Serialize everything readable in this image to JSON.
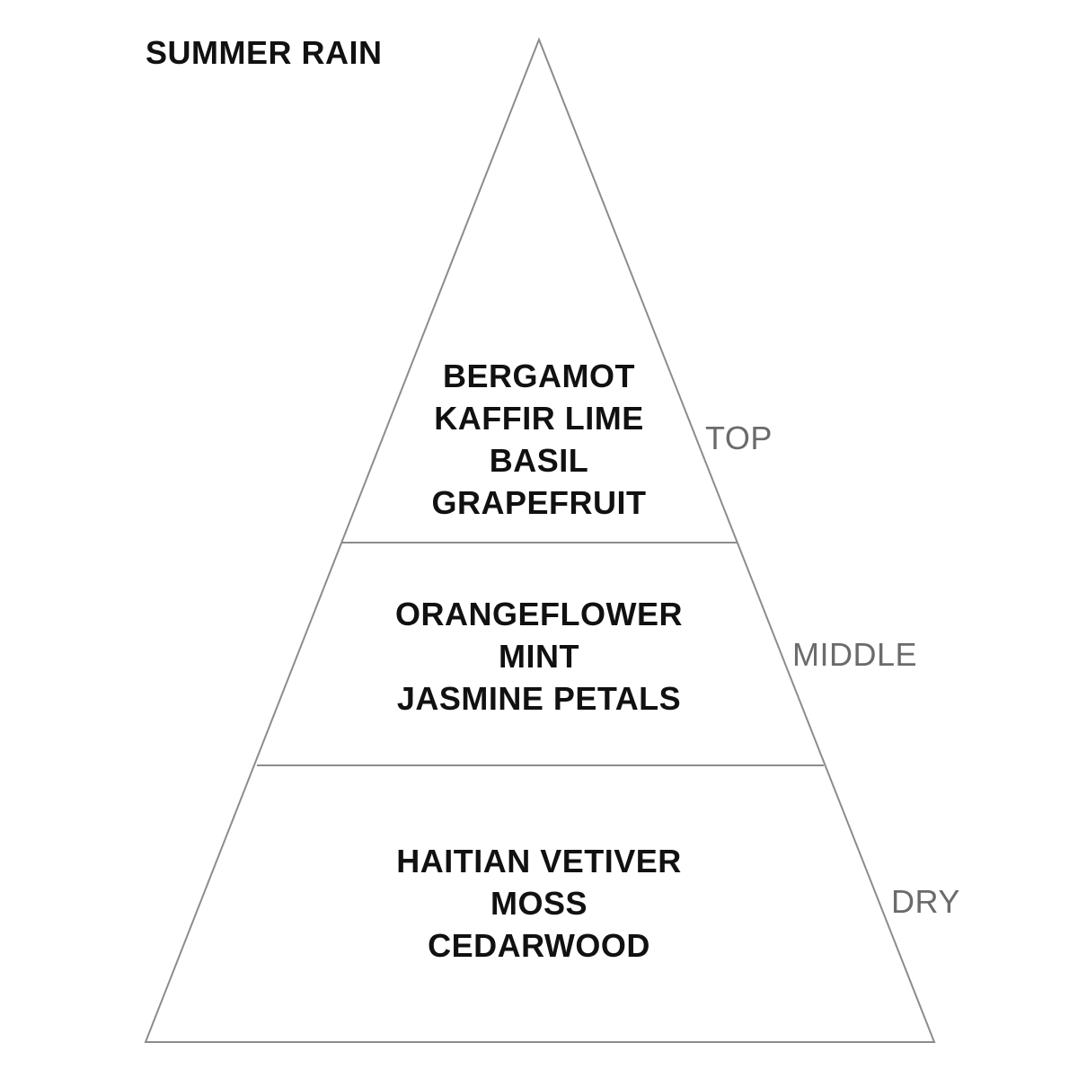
{
  "title": "SUMMER RAIN",
  "tiers": [
    {
      "label": "TOP",
      "notes": [
        "BERGAMOT",
        "KAFFIR LIME",
        "BASIL",
        "GRAPEFRUIT"
      ]
    },
    {
      "label": "MIDDLE",
      "notes": [
        "ORANGEFLOWER",
        "MINT",
        "JASMINE PETALS"
      ]
    },
    {
      "label": "DRY",
      "notes": [
        "HAITIAN VETIVER",
        "MOSS",
        "CEDARWOOD"
      ]
    }
  ],
  "colors": {
    "outline": "#8c8c8c",
    "notes_text": "#111111",
    "tier_label_text": "#6b6b6b"
  }
}
